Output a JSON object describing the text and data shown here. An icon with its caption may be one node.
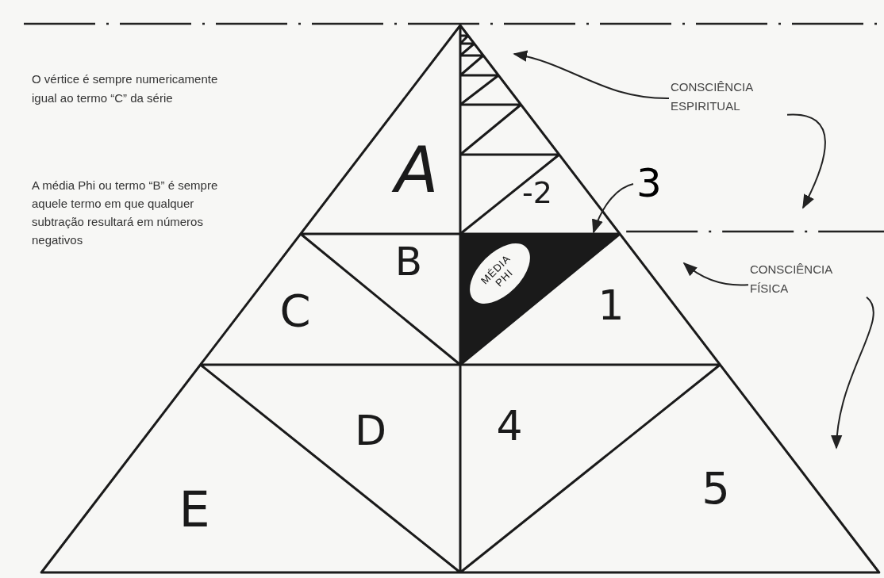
{
  "diagram": {
    "nodes": [
      {
        "text": [
          "CONSCIÊNCIA ESPIRITUAL"
        ]
      },
      {
        "text": [
          "3"
        ]
      },
      {
        "text": [],
        "shape": "triangle"
      },
      {
        "text": [
          "MÉDIA PHI"
        ],
        "in": 2
      },
      {
        "text": [
          "CONSCIÊNCIA FÍSICA"
        ]
      }
    ],
    "edges": [
      {
        "from": 0,
        "to": null,
        "arrow": "to"
      },
      {
        "from": 0,
        "to": null,
        "arrow": "to"
      },
      {
        "from": 1,
        "to": 2,
        "arrow": "to"
      },
      {
        "from": 4,
        "to": null,
        "arrow": "to"
      },
      {
        "from": 4,
        "to": null,
        "arrow": "to"
      }
    ],
    "labels": [
      "O vértice é sempre numericamente igual ao termo “C” da série",
      "A média Phi ou termo “B” é sempre aquele termo em que qualquer subtração resultará em números negativos",
      "A",
      "-2",
      "B",
      "C",
      "1",
      "D",
      "4",
      "E",
      "5"
    ]
  }
}
